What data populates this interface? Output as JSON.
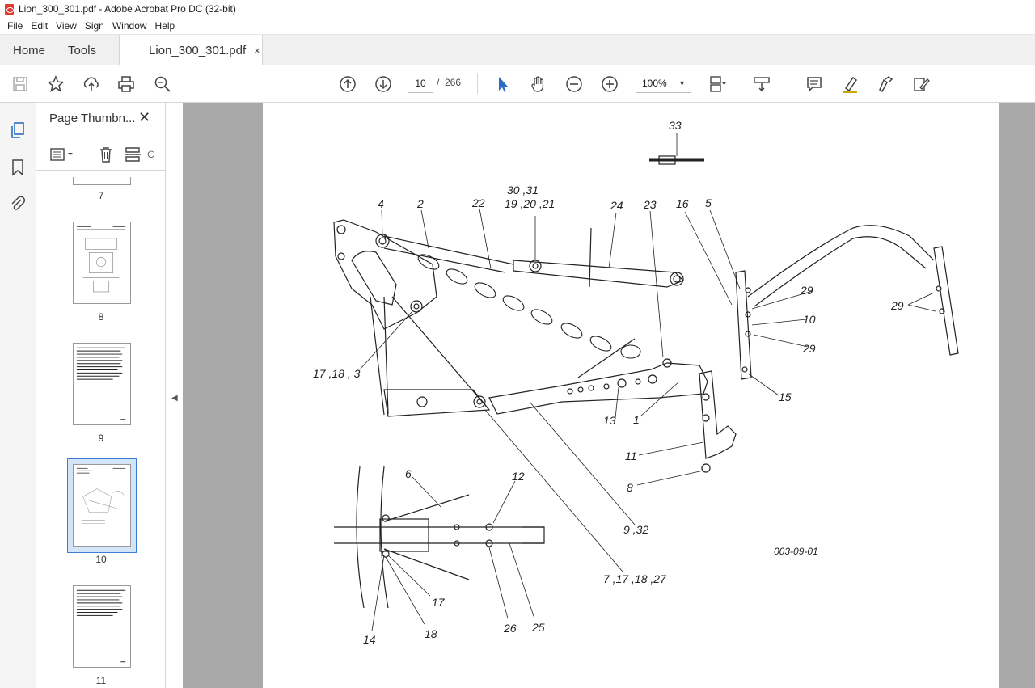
{
  "window": {
    "title": "Lion_300_301.pdf - Adobe Acrobat Pro DC (32-bit)"
  },
  "menu": [
    "File",
    "Edit",
    "View",
    "Sign",
    "Window",
    "Help"
  ],
  "tabs": {
    "home": "Home",
    "tools": "Tools",
    "document": "Lion_300_301.pdf",
    "close_symbol": "×"
  },
  "toolbar": {
    "current_page": "10",
    "separator": "/",
    "total_pages": "266",
    "zoom": "100%",
    "icons": [
      "save-icon",
      "bookmark-star-icon",
      "upload-icon",
      "print-icon",
      "zoom-search-icon",
      "page-up-icon",
      "page-down-icon",
      "select-cursor-icon",
      "hand-icon",
      "zoom-out-icon",
      "zoom-in-icon",
      "page-layout-icon",
      "scroll-mode-icon",
      "comment-icon",
      "highlight-icon",
      "sign-icon",
      "edit-pdf-icon"
    ]
  },
  "sidebar": {
    "rail_icons": [
      "page-thumbnails-icon",
      "bookmarks-icon",
      "attachments-icon"
    ],
    "panel_title": "Page Thumbn...",
    "close_symbol": "✕",
    "thumbnails": [
      {
        "label": "7"
      },
      {
        "label": "8"
      },
      {
        "label": "9"
      },
      {
        "label": "10",
        "active": true
      },
      {
        "label": "11"
      }
    ]
  },
  "drawing": {
    "labels": {
      "l33": "33",
      "l30": "30 ,31",
      "l19": "19 ,20 ,21",
      "l4": "4",
      "l2": "2",
      "l22": "22",
      "l24": "24",
      "l23": "23",
      "l16": "16",
      "l5": "5",
      "l29a": "29",
      "l10": "10",
      "l29b": "29",
      "l29c": "29",
      "l15": "15",
      "l17": "17 ,18 , 3",
      "l13": "13",
      "l1": "1",
      "l11": "11",
      "l8": "8",
      "l6": "6",
      "l12": "12",
      "l9": "9 ,32",
      "l7": "7 ,17 ,18 ,27",
      "l17b": "17",
      "l18": "18",
      "l14": "14",
      "l26": "26",
      "l25": "25"
    },
    "code": "003-09-01"
  }
}
